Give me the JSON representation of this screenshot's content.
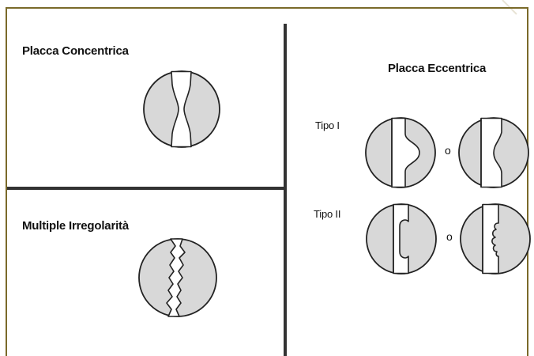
{
  "panels": {
    "concentric": {
      "title": "Placca Concentrica"
    },
    "multiple": {
      "title": "Multiple Irregolarità"
    },
    "eccentric": {
      "title": "Placca Eccentrica",
      "type1_label": "Tipo I",
      "type2_label": "Tipo II",
      "separator": "o"
    }
  },
  "colors": {
    "frame_border": "#7a6a2a",
    "divider": "#333333",
    "plaque_fill": "#d8d8d8",
    "lumen_fill": "#ffffff",
    "outline": "#222222"
  }
}
